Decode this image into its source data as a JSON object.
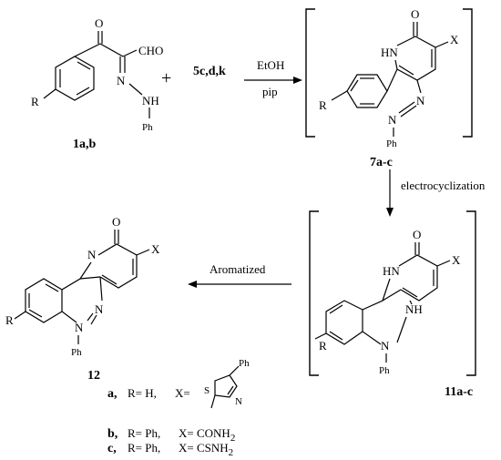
{
  "reactant": {
    "compound_label": "1a,b",
    "atoms": {
      "oxygen": "O",
      "aldehyde": "CHO",
      "azo_n": "N",
      "nh": "NH",
      "phenyl": "Ph",
      "r": "R"
    }
  },
  "plus_sign": "+",
  "reagent": "5c,d,k",
  "step1": {
    "solvent": "EtOH",
    "base": "pip"
  },
  "intermediate1": {
    "compound_label": "7a-c",
    "atoms": {
      "oxygen": "O",
      "hn": "HN",
      "x": "X",
      "n1": "N",
      "n2": "N",
      "phenyl": "Ph",
      "r": "R"
    }
  },
  "step2": {
    "condition": "electrocyclization"
  },
  "intermediate2": {
    "compound_label": "11a-c",
    "atoms": {
      "oxygen": "O",
      "hn": "HN",
      "x": "X",
      "nh": "NH",
      "n": "N",
      "phenyl": "Ph",
      "r": "R"
    }
  },
  "step3": {
    "condition": "Aromatized"
  },
  "product": {
    "compound_label": "12",
    "atoms": {
      "oxygen": "O",
      "n_ring": "N",
      "x": "X",
      "n1": "N",
      "n2": "N",
      "phenyl": "Ph",
      "r": "R"
    }
  },
  "legend": {
    "rows": [
      {
        "key": "a,",
        "r": "R= H,",
        "x": "X="
      },
      {
        "key": "b,",
        "r": "R= Ph,",
        "x": "X= CONH",
        "x_sub": "2"
      },
      {
        "key": "c,",
        "r": "R= Ph,",
        "x": "X= CSNH",
        "x_sub": "2"
      }
    ],
    "thiazole": {
      "s": "S",
      "n": "N",
      "ph": "Ph"
    }
  }
}
